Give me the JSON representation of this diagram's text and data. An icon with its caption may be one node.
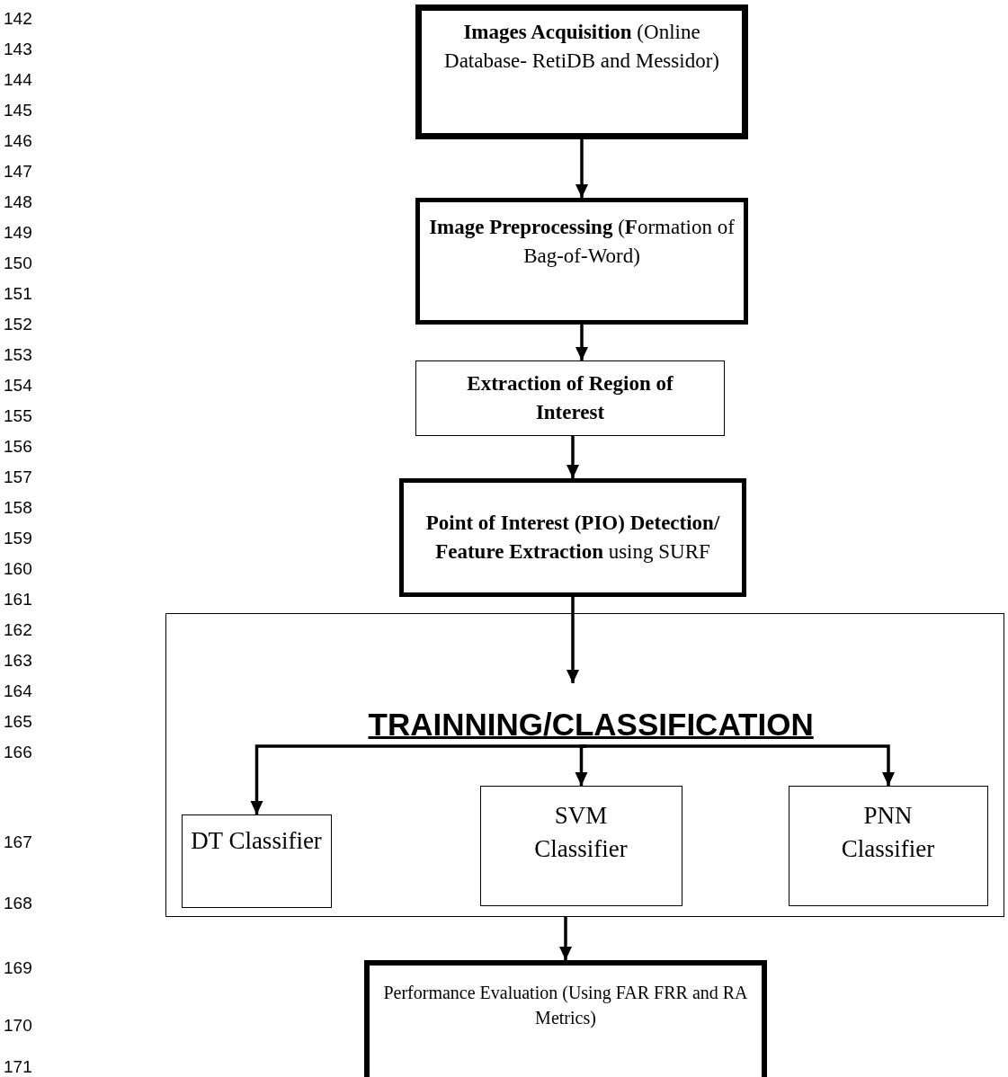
{
  "diagram": {
    "nodes": [
      {
        "text": [
          "**Images Acquisition** (Online Database- RetiDB and Messidor)"
        ]
      },
      {
        "text": [
          "**Image Preprocessing** (**F**ormation of Bag-of-Word)"
        ]
      },
      {
        "text": [
          "Extraction of Region of Interest"
        ]
      },
      {
        "text": [
          "**Point of Interest (PIO) Detection/ Feature Extraction** using SURF"
        ]
      },
      {
        "text": [],
        "shape": "box"
      },
      {
        "text": [
          "TRAINNING/CLASSIFICATION"
        ],
        "in": 4
      },
      {
        "text": [
          "DT Classifier"
        ],
        "in": 4
      },
      {
        "text": [
          "SVM Classifier"
        ],
        "in": 4
      },
      {
        "text": [
          "PNN Classifier"
        ],
        "in": 4
      },
      {
        "text": [
          "Performance Evaluation (Using FAR FRR and RA Metrics)"
        ]
      }
    ],
    "edges": [
      {
        "from": 0,
        "to": 1,
        "arrow": "to"
      },
      {
        "from": 1,
        "to": 2,
        "arrow": "to"
      },
      {
        "from": 2,
        "to": 3,
        "arrow": "to"
      },
      {
        "from": 3,
        "to": 5,
        "arrow": "to"
      },
      {
        "from": 5,
        "to": 6,
        "arrow": "to"
      },
      {
        "from": 5,
        "to": 7,
        "arrow": "to"
      },
      {
        "from": 5,
        "to": 8,
        "arrow": "to"
      },
      {
        "from": 4,
        "to": 9,
        "arrow": "to"
      }
    ],
    "labels": [
      "142",
      "143",
      "144",
      "145",
      "146",
      "147",
      "148",
      "149",
      "150",
      "151",
      "152",
      "153",
      "154",
      "155",
      "156",
      "157",
      "158",
      "159",
      "160",
      "161",
      "162",
      "163",
      "164",
      "165",
      "166",
      "167",
      "168",
      "169",
      "170",
      "171"
    ]
  }
}
